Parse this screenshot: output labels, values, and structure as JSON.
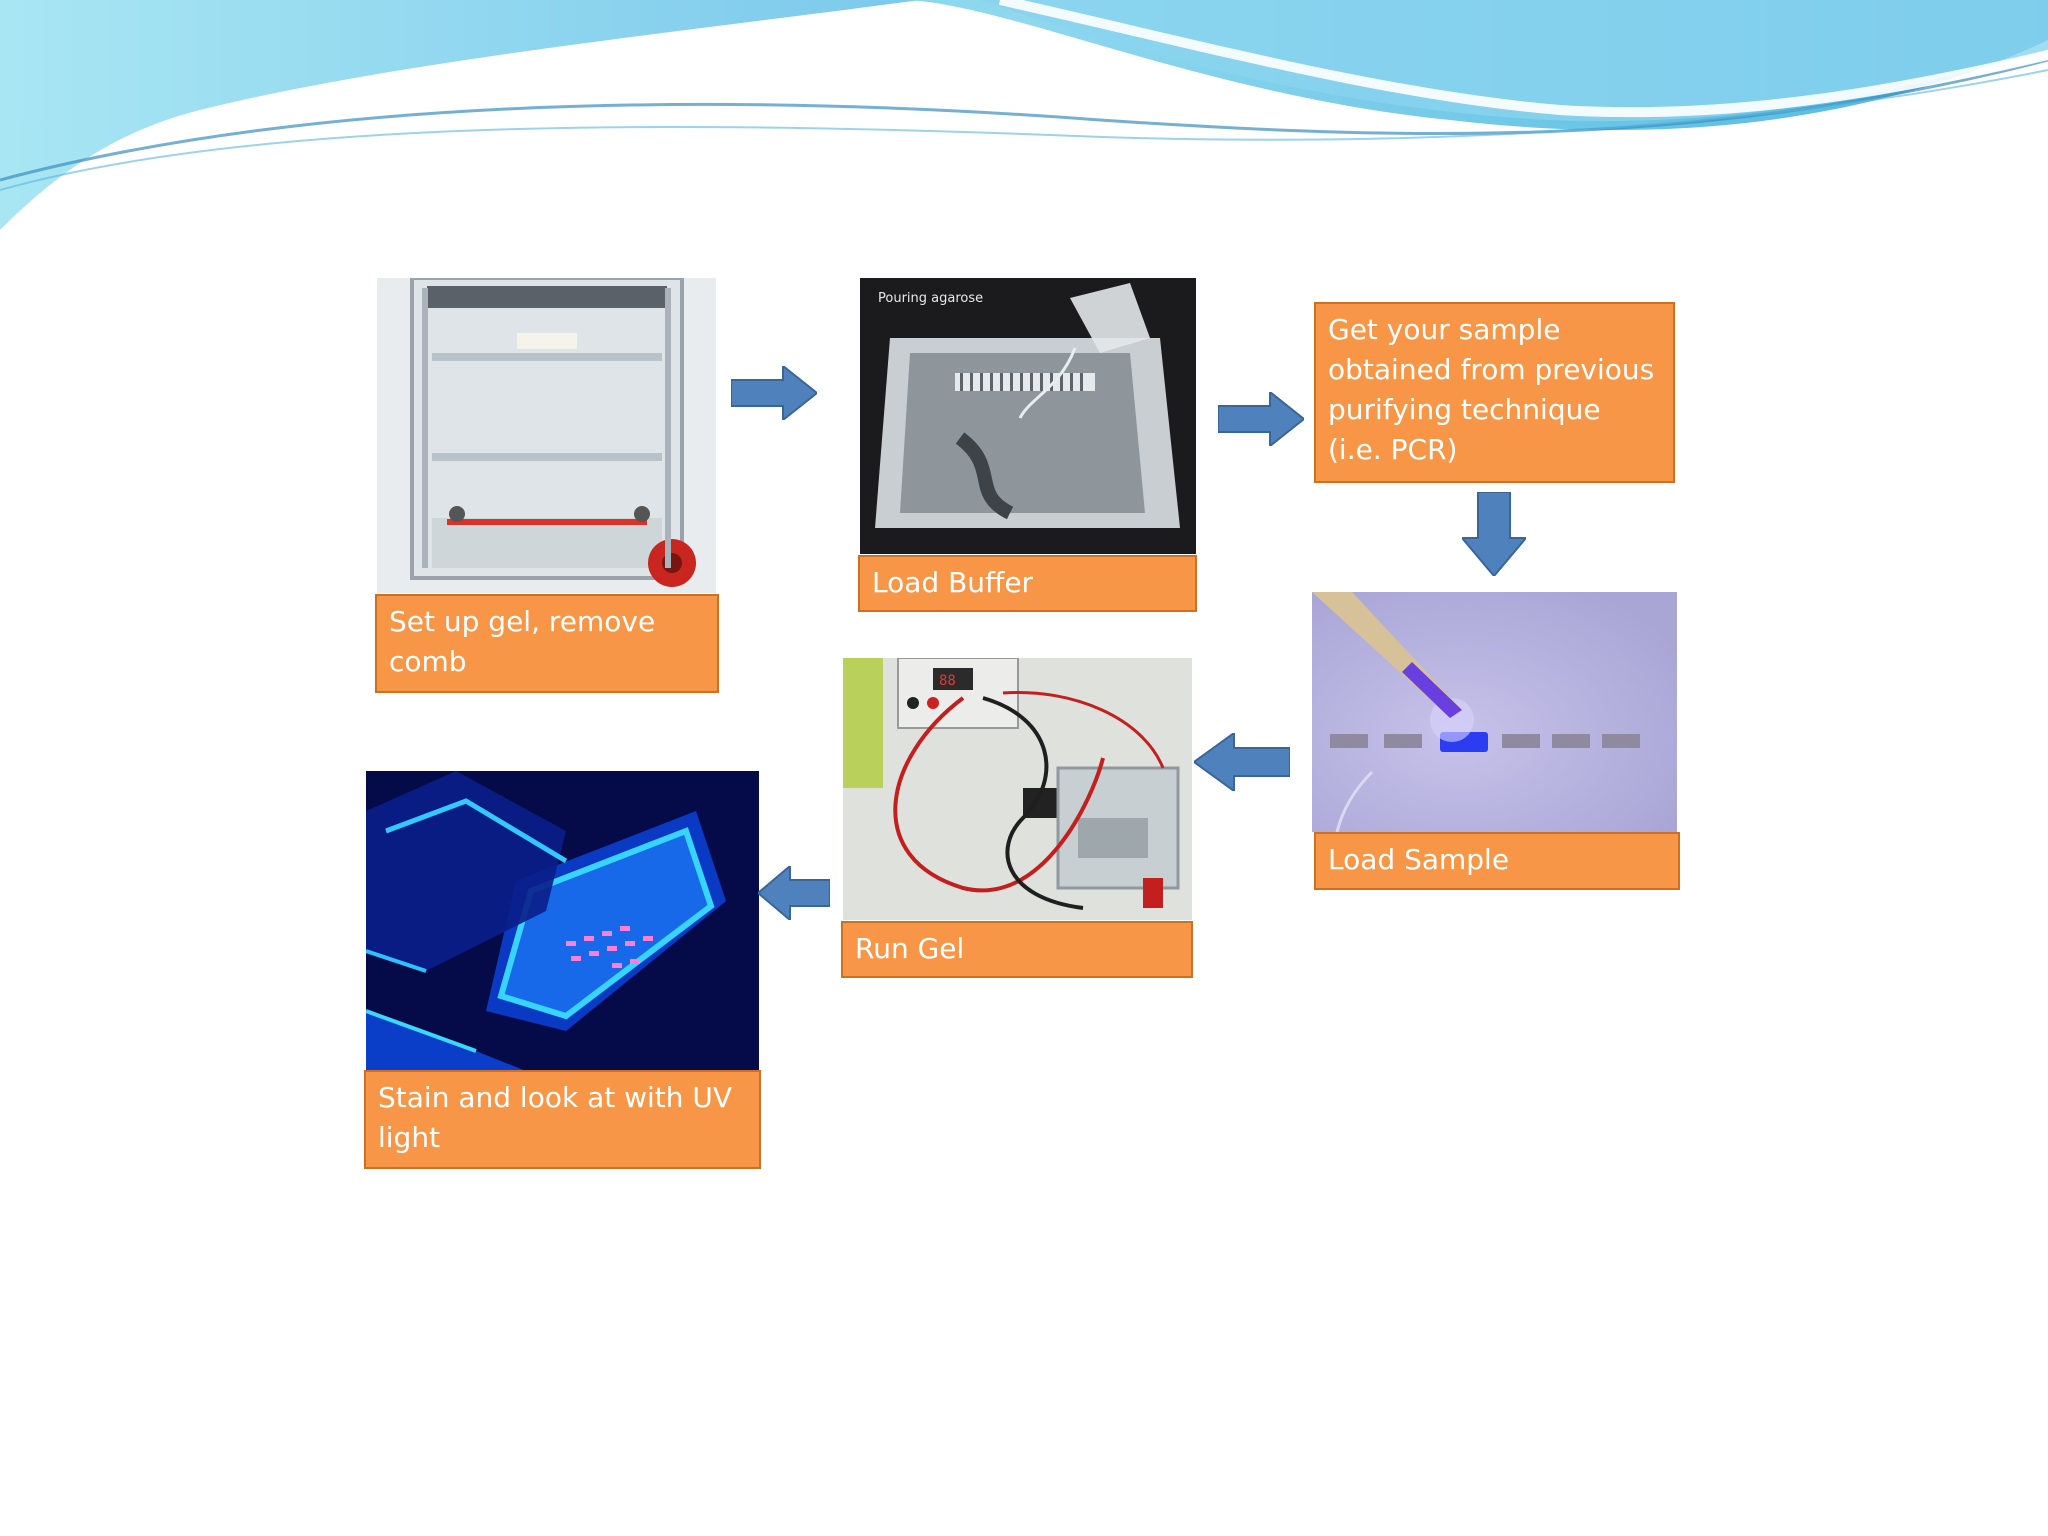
{
  "steps": [
    {
      "label": "Set up gel, remove\ncomb",
      "image": "gel-casting-tray-photo"
    },
    {
      "label": "Load Buffer",
      "image": "pouring-agarose-photo",
      "image_caption": "Pouring agarose"
    },
    {
      "label": "Get your sample\nobtained from previous\npurifying technique\n(i.e. PCR)"
    },
    {
      "label": "Load Sample",
      "image": "pipette-loading-well-photo"
    },
    {
      "label": "Run Gel",
      "image": "electrophoresis-power-supply-photo"
    },
    {
      "label": "Stain and look at with UV\nlight",
      "image": "uv-transilluminator-photo"
    }
  ],
  "arrows": [
    "right",
    "right",
    "down",
    "left",
    "left"
  ],
  "colors": {
    "label_fill": "#f79646",
    "label_border": "#cf6f22",
    "arrow_fill": "#4f81bd",
    "banner_light": "#9fe0ef",
    "banner_mid": "#5bc3e3",
    "banner_dark": "#2f8fc4"
  }
}
